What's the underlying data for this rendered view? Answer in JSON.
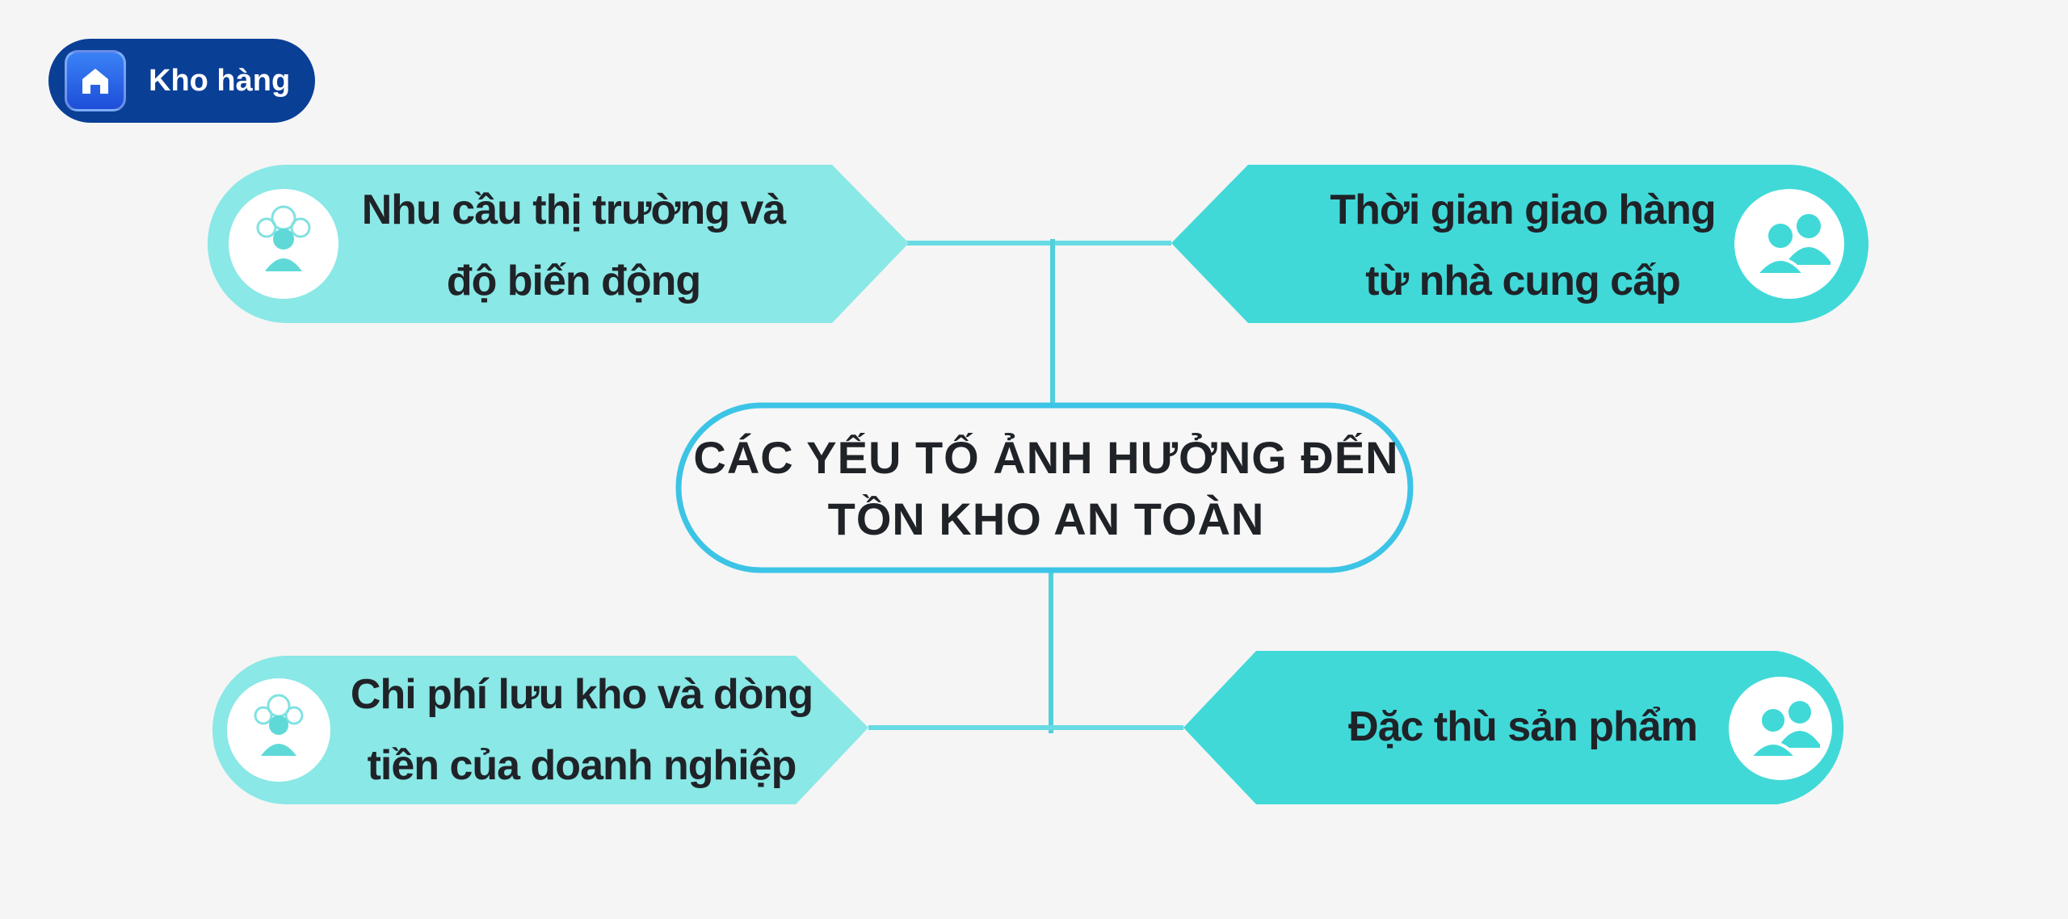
{
  "badge": {
    "label": "Kho hàng",
    "icon": "warehouse-icon"
  },
  "center": {
    "line1": "CÁC YẾU TỐ ẢNH HƯỞNG ĐẾN",
    "line2": "TỒN KHO AN TOÀN"
  },
  "factors": [
    {
      "line1": "Nhu cầu thị trường và",
      "line2": "độ biến động",
      "icon": "user-network-icon"
    },
    {
      "line1": "Thời gian giao hàng",
      "line2": "từ nhà cung cấp",
      "icon": "users-icon"
    },
    {
      "line1": "Chi phí lưu kho và dòng",
      "line2": "tiền của doanh nghiệp",
      "icon": "user-network-icon"
    },
    {
      "line1": "Đặc thù sản phẩm",
      "line2": "",
      "icon": "users-icon"
    }
  ],
  "colors": {
    "background": "#f5f5f5",
    "light_teal": "#8ae8e6",
    "dark_teal": "#40d9d8",
    "center_border": "#3cc4e6",
    "connector": "#67dbe3",
    "badge": "#0a3f96",
    "text": "#1f2328"
  }
}
